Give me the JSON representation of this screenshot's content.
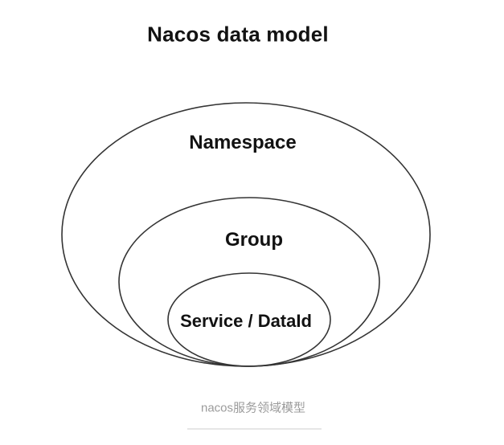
{
  "diagram": {
    "title": "Nacos data model",
    "rings": [
      {
        "id": "namespace",
        "label": "Namespace"
      },
      {
        "id": "group",
        "label": "Group"
      },
      {
        "id": "service-dataid",
        "label": "Service / DataId"
      }
    ],
    "stroke_color": "#343434",
    "text_color": "#121212"
  },
  "caption": {
    "text": "nacos服务领域模型",
    "color": "#9b9b9b"
  },
  "page": {
    "background_color": "#ffffff",
    "divider_color": "#e6e6e6"
  }
}
